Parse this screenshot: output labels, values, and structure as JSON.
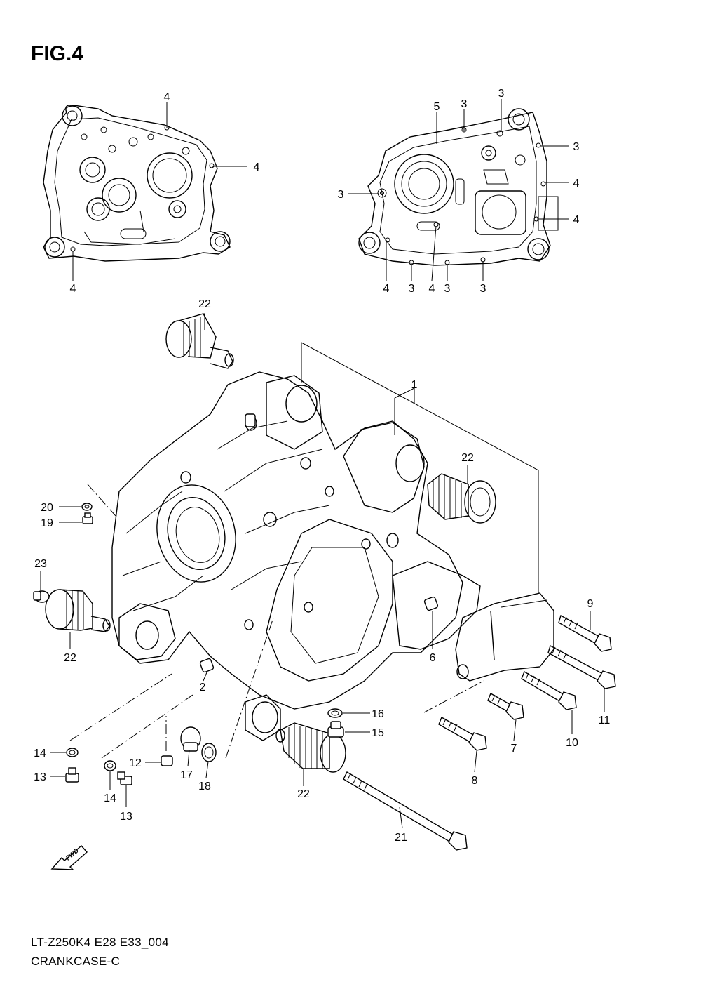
{
  "figure": {
    "title": "FIG.4",
    "model_code": "LT-Z250K4 E28 E33_004",
    "section_name": "CRANKCASE-C",
    "fwd_label": "FWD"
  },
  "callouts": [
    {
      "id": "c1",
      "text": "4"
    },
    {
      "id": "c2",
      "text": "4"
    },
    {
      "id": "c3",
      "text": "4"
    },
    {
      "id": "c4",
      "text": "5"
    },
    {
      "id": "c5",
      "text": "3"
    },
    {
      "id": "c6",
      "text": "3"
    },
    {
      "id": "c7",
      "text": "3"
    },
    {
      "id": "c8",
      "text": "3"
    },
    {
      "id": "c9",
      "text": "4"
    },
    {
      "id": "c10",
      "text": "4"
    },
    {
      "id": "c11",
      "text": "4"
    },
    {
      "id": "c12",
      "text": "3"
    },
    {
      "id": "c13",
      "text": "4"
    },
    {
      "id": "c14",
      "text": "3"
    },
    {
      "id": "c15",
      "text": "3"
    },
    {
      "id": "c16",
      "text": "22"
    },
    {
      "id": "c17",
      "text": "1"
    },
    {
      "id": "c18",
      "text": "22"
    },
    {
      "id": "c19",
      "text": "20"
    },
    {
      "id": "c20",
      "text": "19"
    },
    {
      "id": "c21",
      "text": "23"
    },
    {
      "id": "c22",
      "text": "22"
    },
    {
      "id": "c23",
      "text": "6"
    },
    {
      "id": "c24",
      "text": "9"
    },
    {
      "id": "c25",
      "text": "2"
    },
    {
      "id": "c26",
      "text": "16"
    },
    {
      "id": "c27",
      "text": "15"
    },
    {
      "id": "c28",
      "text": "11"
    },
    {
      "id": "c29",
      "text": "10"
    },
    {
      "id": "c30",
      "text": "7"
    },
    {
      "id": "c31",
      "text": "8"
    },
    {
      "id": "c32",
      "text": "14"
    },
    {
      "id": "c33",
      "text": "13"
    },
    {
      "id": "c34",
      "text": "12"
    },
    {
      "id": "c35",
      "text": "17"
    },
    {
      "id": "c36",
      "text": "18"
    },
    {
      "id": "c37",
      "text": "22"
    },
    {
      "id": "c38",
      "text": "14"
    },
    {
      "id": "c39",
      "text": "13"
    },
    {
      "id": "c40",
      "text": "21"
    }
  ]
}
